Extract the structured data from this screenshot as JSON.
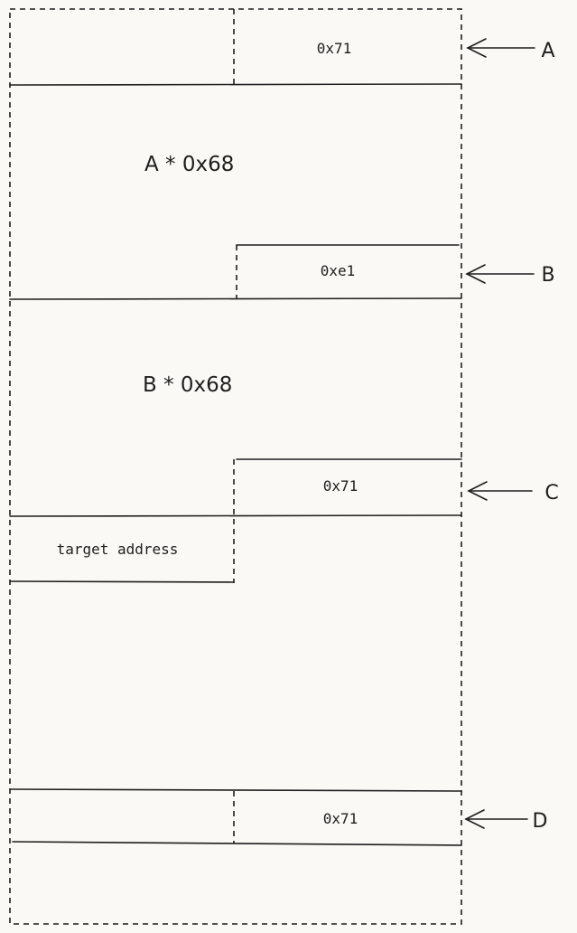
{
  "chunks": [
    {
      "id": "A",
      "size_label": "0x71",
      "pointer_label": "A"
    },
    {
      "id": "B",
      "size_label": "0xe1",
      "pointer_label": "B"
    },
    {
      "id": "C",
      "size_label": "0x71",
      "pointer_label": "C"
    },
    {
      "id": "D",
      "size_label": "0x71",
      "pointer_label": "D"
    }
  ],
  "region_labels": {
    "a_body": "A * 0x68",
    "b_body": "B * 0x68"
  },
  "target_label": "target address"
}
